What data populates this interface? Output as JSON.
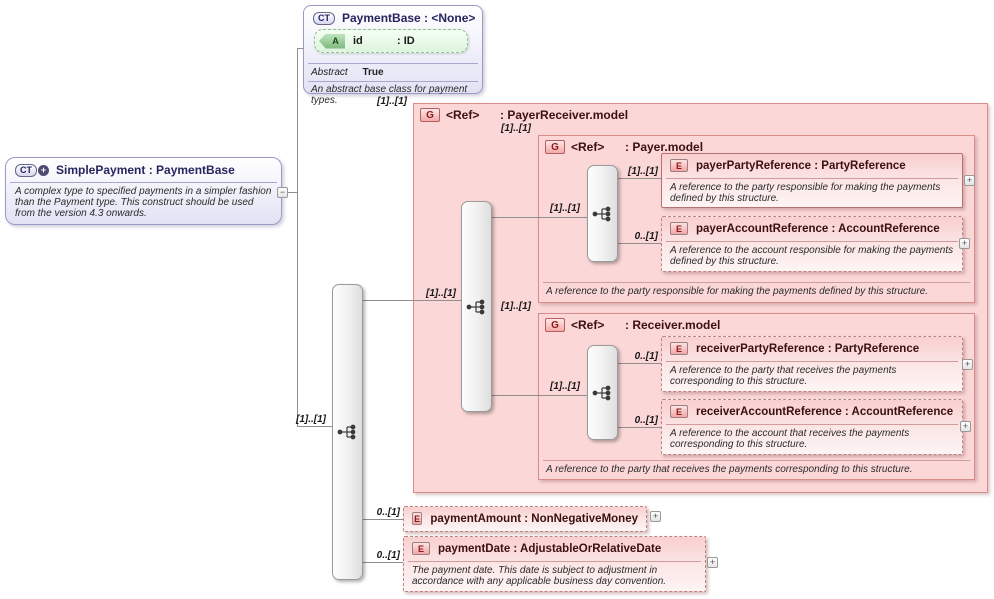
{
  "simple_payment": {
    "badge": "CT",
    "plus_glyph": "+",
    "title": "SimplePayment : PaymentBase",
    "doc": "A complex type to specified payments in a simpler fashion than the Payment type. This construct should be used from the version 4.3 onwards.",
    "collapse_glyph": "−"
  },
  "payment_base": {
    "badge": "CT",
    "title": "PaymentBase : <None>",
    "attribute": {
      "badge": "A",
      "name": "id",
      "type": ": ID"
    },
    "abstract_label": "Abstract",
    "abstract_value": "True",
    "doc": "An abstract base class for payment types."
  },
  "root_cardinality": "[1]..[1]",
  "payer_receiver_group": {
    "badge": "G",
    "name": "<Ref>",
    "type": ": PayerReceiver.model",
    "cardinality": "[1]..[1]",
    "inner_cardinality": "[1]..[1]"
  },
  "payer_group": {
    "badge": "G",
    "name": "<Ref>",
    "type": ": Payer.model",
    "cardinality": "[1]..[1]",
    "inner_cardinality": "[1]..[1]",
    "footer": "A reference to the party responsible for making the payments defined by this structure."
  },
  "receiver_group": {
    "badge": "G",
    "name": "<Ref>",
    "type": ": Receiver.model",
    "cardinality": "[1]..[1]",
    "inner_cardinality": "[1]..[1]",
    "footer": "A reference to the party that receives the payments corresponding to this structure."
  },
  "elements": {
    "payer_party_reference": {
      "badge": "E",
      "title": "payerPartyReference : PartyReference",
      "cardinality": "[1]..[1]",
      "doc": "A reference to the party responsible for making the payments defined by this structure.",
      "expand_glyph": "+"
    },
    "payer_account_reference": {
      "badge": "E",
      "title": "payerAccountReference : AccountReference",
      "cardinality": "0..[1]",
      "doc": "A reference to the account responsible for making the payments defined by this structure.",
      "expand_glyph": "+"
    },
    "receiver_party_reference": {
      "badge": "E",
      "title": "receiverPartyReference : PartyReference",
      "cardinality": "0..[1]",
      "doc": "A reference to the party that receives the payments corresponding to this structure.",
      "expand_glyph": "+"
    },
    "receiver_account_reference": {
      "badge": "E",
      "title": "receiverAccountReference : AccountReference",
      "cardinality": "0..[1]",
      "doc": "A reference to the account that receives the payments corresponding to this structure.",
      "expand_glyph": "+"
    },
    "payment_amount": {
      "badge": "E",
      "title": "paymentAmount : NonNegativeMoney",
      "cardinality": "0..[1]",
      "expand_glyph": "+"
    },
    "payment_date": {
      "badge": "E",
      "title": "paymentDate : AdjustableOrRelativeDate",
      "cardinality": "0..[1]",
      "doc": "The payment date. This date is subject to adjustment in accordance with any applicable business day convention.",
      "expand_glyph": "+"
    }
  }
}
